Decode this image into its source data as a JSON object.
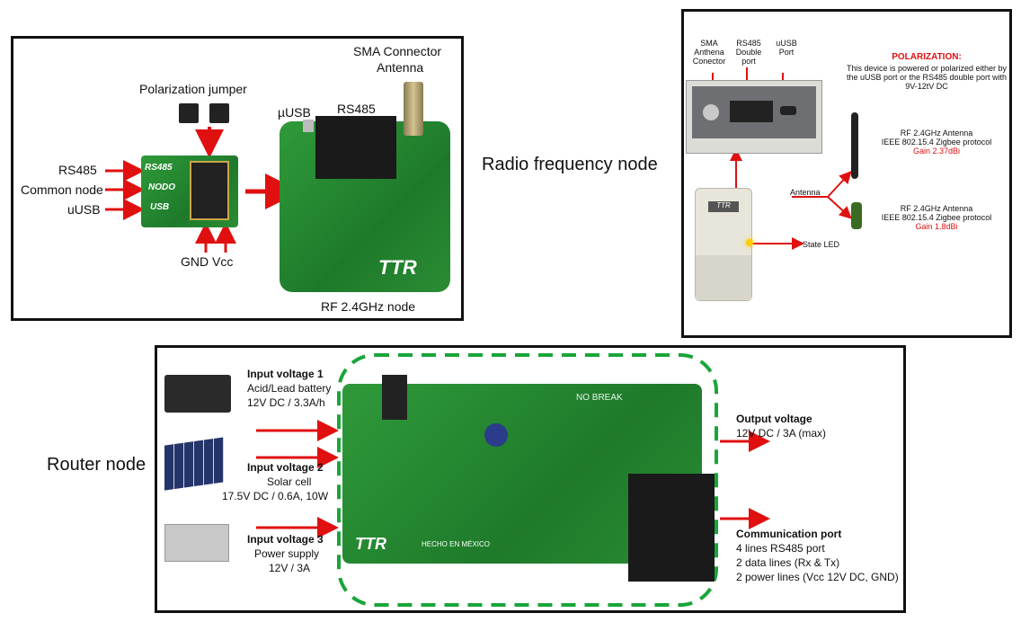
{
  "rf_node_panel": {
    "pcb_labels": [
      "RS485",
      "NODO",
      "USB"
    ],
    "side_labels": [
      "RS485",
      "Common node",
      "uUSB"
    ],
    "jumper_label": "Polarization jumper",
    "gnd_vcc_label": "GND Vcc",
    "usb_label": "µUSB",
    "rs485_label": "RS485",
    "sma_label_line1": "SMA Connector",
    "sma_label_line2": "Antenna",
    "node_caption": "RF 2.4GHz node",
    "board_brand": "TTR"
  },
  "center_title": "Radio frequency node",
  "enclosure_panel": {
    "sma_label": "SMA Anthena Conector",
    "rs485_label": "RS485 Double port",
    "uusb_label": "uUSB Port",
    "polarization_title": "POLARIZATION:",
    "polarization_text": "This device is powered or polarized either by the uUSB port or the RS485 double port with 9V-12tV DC",
    "antenna1_line1": "RF 2.4GHz Antenna",
    "antenna1_line2": "IEEE 802.15.4 Zigbee protocol",
    "antenna1_gain": "Gain 2.37dBi",
    "antenna_label": "Antenna",
    "antenna2_line1": "RF 2.4GHz Antenna",
    "antenna2_line2": "IEEE 802.15.4 Zigbee protocol",
    "antenna2_gain": "Gain 1.8dBi",
    "state_led_label": "State LED",
    "case_brand": "TTR"
  },
  "router_label": "Router node",
  "router_panel": {
    "input1_title": "Input voltage 1",
    "input1_line1": "Acid/Lead battery",
    "input1_line2": "12V DC / 3.3A/h",
    "input2_title": "Input voltage 2",
    "input2_line1": "Solar cell",
    "input2_line2": "17.5V DC / 0.6A, 10W",
    "input3_title": "Input voltage 3",
    "input3_line1": "Power supply",
    "input3_line2": "12V / 3A",
    "output_title": "Output voltage",
    "output_line1": "12V DC / 3A (max)",
    "comm_title": "Communication port",
    "comm_line1": "4 lines RS485 port",
    "comm_line2": "2 data lines (Rx & Tx)",
    "comm_line3": "2 power lines (Vcc 12V DC, GND)",
    "board_title": "NO BREAK",
    "board_brand": "TTR",
    "board_mx": "HECHO EN MÉXICO"
  },
  "colors": {
    "arrow": "#e01010",
    "pcb": "#2a8c34",
    "dashed": "#1aa53a",
    "case": "#e8e6da"
  }
}
